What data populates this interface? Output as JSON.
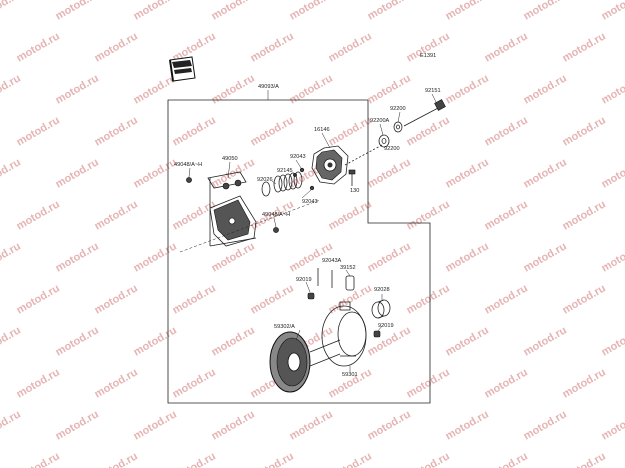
{
  "diagram": {
    "code": "E1391",
    "watermark": "motod.ru",
    "labels": {
      "assembly": "49093/A",
      "p92151": "92151",
      "p92200_top": "92200",
      "p92200A": "92200A",
      "p92200_bottom": "92200",
      "p16146": "16146",
      "p92043_top": "92043",
      "p92043_mid": "92043",
      "p130": "130",
      "p49050": "49050",
      "p92145": "92145",
      "p92026": "92026",
      "p49048_left": "49048/A~H",
      "p49048_right": "49048/A~H",
      "p92043A": "92043A",
      "p39152": "39152",
      "p92019_left": "92019",
      "p92019_right": "92019",
      "p92028": "92028",
      "p59302": "59302/A",
      "p59301": "59301"
    }
  }
}
